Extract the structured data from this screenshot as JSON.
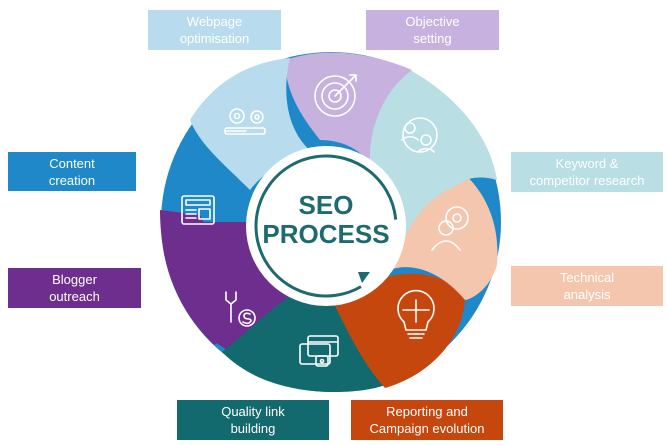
{
  "diagram": {
    "center": {
      "line1": "SEO",
      "line2": "PROCESS"
    },
    "colors": {
      "webpage": "#b9dbee",
      "objective": "#c7b2df",
      "keyword": "#b9dee4",
      "technical": "#f4c6ae",
      "reporting": "#c6470d",
      "quality": "#136a6e",
      "blogger": "#6e2e8e",
      "content": "#1e88c8",
      "center_text": "#1d6b6e"
    },
    "steps": [
      {
        "id": "webpage",
        "line1": "Webpage",
        "line2": "optimisation",
        "icon": "gears-icon"
      },
      {
        "id": "objective",
        "line1": "Objective",
        "line2": "setting",
        "icon": "target-icon"
      },
      {
        "id": "keyword",
        "line1": "Keyword &",
        "line2": "competitor research",
        "icon": "people-search-icon"
      },
      {
        "id": "technical",
        "line1": "Technical",
        "line2": "analysis",
        "icon": "person-gear-icon"
      },
      {
        "id": "reporting",
        "line1": "Reporting and",
        "line2": "Campaign evolution",
        "icon": "lightbulb-puzzle-icon"
      },
      {
        "id": "quality",
        "line1": "Quality link",
        "line2": "building",
        "icon": "cards-lock-icon"
      },
      {
        "id": "blogger",
        "line1": "Blogger",
        "line2": "outreach",
        "icon": "wrench-dollar-icon"
      },
      {
        "id": "content",
        "line1": "Content",
        "line2": "creation",
        "icon": "newspaper-icon"
      }
    ]
  }
}
